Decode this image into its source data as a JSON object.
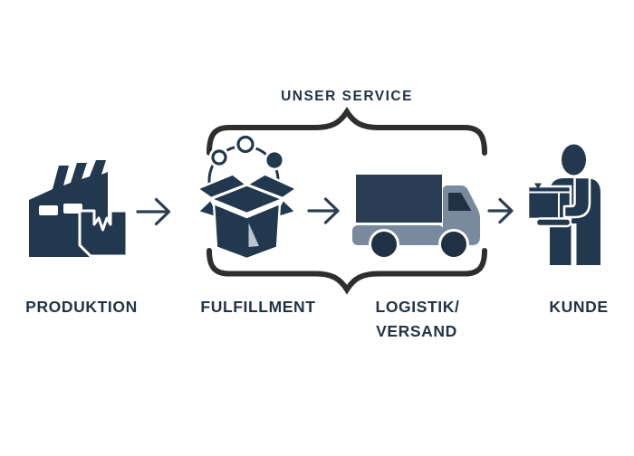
{
  "diagram": {
    "title": "UNSER SERVICE",
    "stages": [
      {
        "id": "produktion",
        "icon": "factory-icon",
        "lines": [
          "PRODUKTION"
        ]
      },
      {
        "id": "fulfillment",
        "icon": "open-box-icon",
        "lines": [
          "FULFILLMENT"
        ]
      },
      {
        "id": "logistik-versand",
        "icon": "truck-icon",
        "lines": [
          "LOGISTIK/",
          "VERSAND"
        ]
      },
      {
        "id": "kunde",
        "icon": "customer-icon",
        "lines": [
          "KUNDE"
        ]
      }
    ],
    "bracket": {
      "label": "UNSER SERVICE",
      "covers": [
        "FULFILLMENT",
        "LOGISTIK/VERSAND"
      ]
    },
    "connectors": {
      "arrow_count": 3,
      "direction": "right"
    },
    "colors": {
      "icon_navy": "#22384e",
      "icon_navy_dark": "#1f3143",
      "truck_cargo": "#2b3d55",
      "truck_light": "#7a8a9e",
      "bracket": "#2d2e2d",
      "arrow": "#2c3e54",
      "text": "#213447",
      "box_highlight": "#b9c6d2",
      "background": "#ffffff"
    }
  }
}
